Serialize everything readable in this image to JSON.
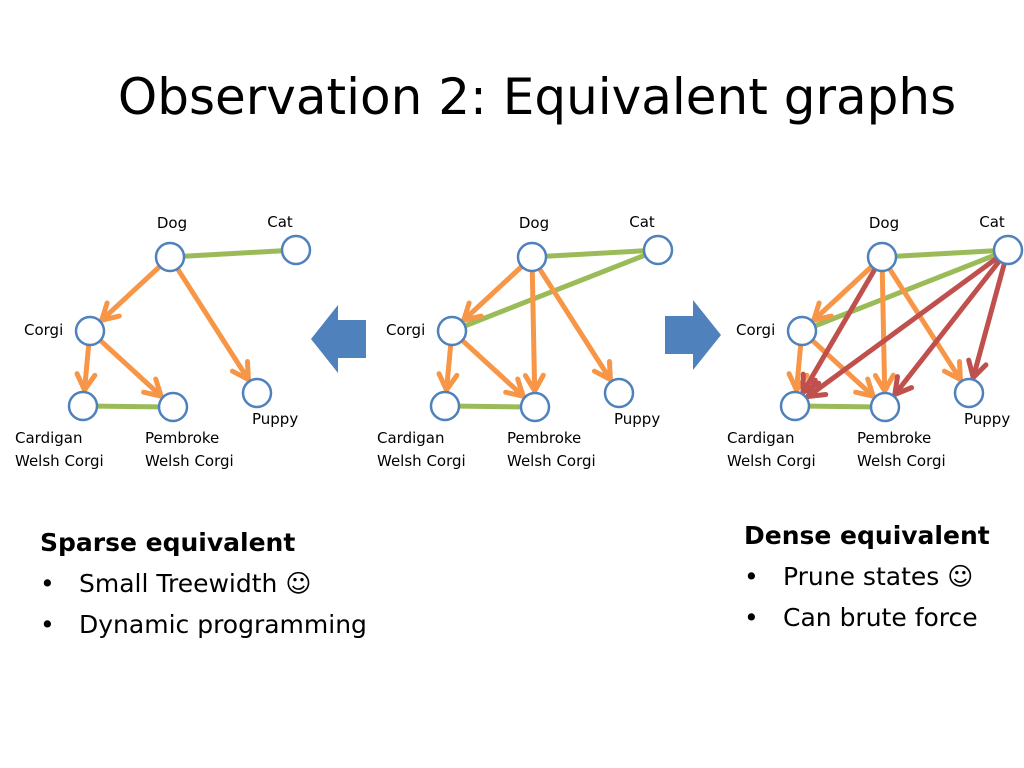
{
  "slide": {
    "title": "Observation 2: Equivalent graphs"
  },
  "colors": {
    "node_stroke": "#4f81bd",
    "hierarchy_edge": "#f79646",
    "exclusion_edge": "#9bbb59",
    "dense_edge": "#c0504d",
    "arrow_fill": "#4f81bd"
  },
  "node_labels": {
    "dog": "Dog",
    "cat": "Cat",
    "corgi": "Corgi",
    "puppy": "Puppy",
    "cardigan_1": "Cardigan",
    "cardigan_2": "Welsh Corgi",
    "pembroke_1": "Pembroke",
    "pembroke_2": "Welsh Corgi"
  },
  "graphs": [
    {
      "id": "sparse",
      "edges": [
        {
          "from": "dog",
          "to": "cat",
          "kind": "exclusion"
        },
        {
          "from": "dog",
          "to": "corgi",
          "kind": "hierarchy"
        },
        {
          "from": "dog",
          "to": "puppy",
          "kind": "hierarchy"
        },
        {
          "from": "corgi",
          "to": "cardigan",
          "kind": "hierarchy"
        },
        {
          "from": "corgi",
          "to": "pembroke",
          "kind": "hierarchy"
        },
        {
          "from": "cardigan",
          "to": "pembroke",
          "kind": "exclusion"
        }
      ]
    },
    {
      "id": "original",
      "edges": [
        {
          "from": "dog",
          "to": "cat",
          "kind": "exclusion"
        },
        {
          "from": "corgi",
          "to": "cat",
          "kind": "exclusion"
        },
        {
          "from": "dog",
          "to": "corgi",
          "kind": "hierarchy"
        },
        {
          "from": "dog",
          "to": "puppy",
          "kind": "hierarchy"
        },
        {
          "from": "dog",
          "to": "pembroke",
          "kind": "hierarchy"
        },
        {
          "from": "corgi",
          "to": "cardigan",
          "kind": "hierarchy"
        },
        {
          "from": "corgi",
          "to": "pembroke",
          "kind": "hierarchy"
        },
        {
          "from": "cardigan",
          "to": "pembroke",
          "kind": "exclusion"
        }
      ]
    },
    {
      "id": "dense",
      "edges": [
        {
          "from": "dog",
          "to": "cat",
          "kind": "exclusion"
        },
        {
          "from": "corgi",
          "to": "cat",
          "kind": "exclusion"
        },
        {
          "from": "dog",
          "to": "corgi",
          "kind": "hierarchy"
        },
        {
          "from": "dog",
          "to": "puppy",
          "kind": "hierarchy"
        },
        {
          "from": "dog",
          "to": "pembroke",
          "kind": "hierarchy"
        },
        {
          "from": "corgi",
          "to": "cardigan",
          "kind": "hierarchy"
        },
        {
          "from": "corgi",
          "to": "pembroke",
          "kind": "hierarchy"
        },
        {
          "from": "cardigan",
          "to": "pembroke",
          "kind": "exclusion"
        },
        {
          "from": "dog",
          "to": "cardigan",
          "kind": "dense"
        },
        {
          "from": "cat",
          "to": "cardigan",
          "kind": "dense"
        },
        {
          "from": "cat",
          "to": "pembroke",
          "kind": "dense"
        },
        {
          "from": "cat",
          "to": "puppy",
          "kind": "dense"
        }
      ]
    }
  ],
  "sparse_panel": {
    "heading": "Sparse equivalent",
    "bullets": [
      "Small Treewidth ☺",
      "Dynamic programming"
    ]
  },
  "dense_panel": {
    "heading": "Dense equivalent",
    "bullets": [
      "Prune states ☺",
      "Can brute force"
    ]
  }
}
